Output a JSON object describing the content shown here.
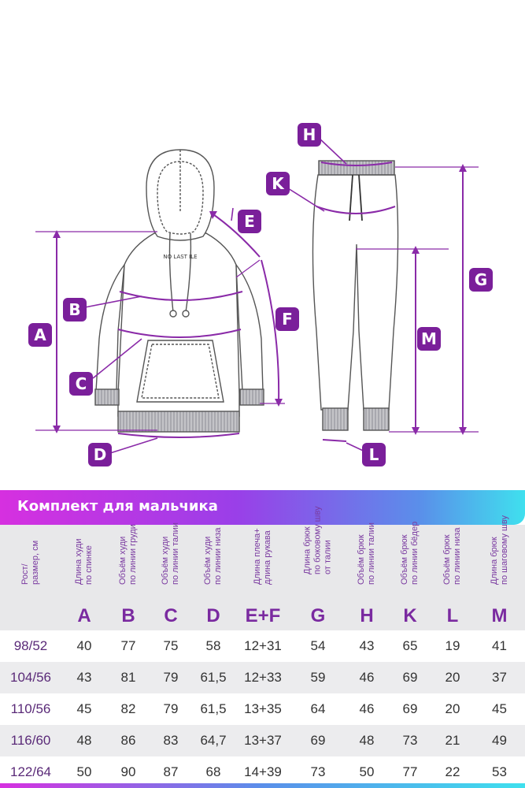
{
  "diagram": {
    "hoodie_print": "NO LAST ILE",
    "labels": [
      "A",
      "B",
      "C",
      "D",
      "E",
      "F",
      "G",
      "H",
      "K",
      "L",
      "M"
    ],
    "colors": {
      "badge": "#7a1f9a",
      "line": "#8a2aa8",
      "outline": "#555555",
      "rib": "#b8b8bc"
    }
  },
  "banner": {
    "title": "Комплект для мальчика"
  },
  "table": {
    "headers": [
      {
        "label": "Рост/\nразмер, см",
        "letter": ""
      },
      {
        "label": "Длина худи\nпо спинке",
        "letter": "A"
      },
      {
        "label": "Объём худи\nпо линии груди",
        "letter": "B"
      },
      {
        "label": "Объём худи\nпо линии талии",
        "letter": "C"
      },
      {
        "label": "Объём худи\nпо линии низа",
        "letter": "D"
      },
      {
        "label": "Длина плеча+\nдлина рукава",
        "letter": "E+F"
      },
      {
        "label": "Длина брюк\nпо боковому шву\nот талии",
        "letter": "G"
      },
      {
        "label": "Объём брюк\nпо линии талии",
        "letter": "H"
      },
      {
        "label": "Объём брюк\nпо линии бёдер",
        "letter": "K"
      },
      {
        "label": "Объём брюк\nпо линии низа",
        "letter": "L"
      },
      {
        "label": "Длина брюк\nпо шаговому шву",
        "letter": "M"
      }
    ],
    "rows": [
      [
        "98/52",
        "40",
        "77",
        "75",
        "58",
        "12+31",
        "54",
        "43",
        "65",
        "19",
        "41"
      ],
      [
        "104/56",
        "43",
        "81",
        "79",
        "61,5",
        "12+33",
        "59",
        "46",
        "69",
        "20",
        "37"
      ],
      [
        "110/56",
        "45",
        "82",
        "79",
        "61,5",
        "13+35",
        "64",
        "46",
        "69",
        "20",
        "45"
      ],
      [
        "116/60",
        "48",
        "86",
        "83",
        "64,7",
        "13+37",
        "69",
        "48",
        "73",
        "21",
        "49"
      ],
      [
        "122/64",
        "50",
        "90",
        "87",
        "68",
        "14+39",
        "73",
        "50",
        "77",
        "22",
        "53"
      ]
    ]
  }
}
